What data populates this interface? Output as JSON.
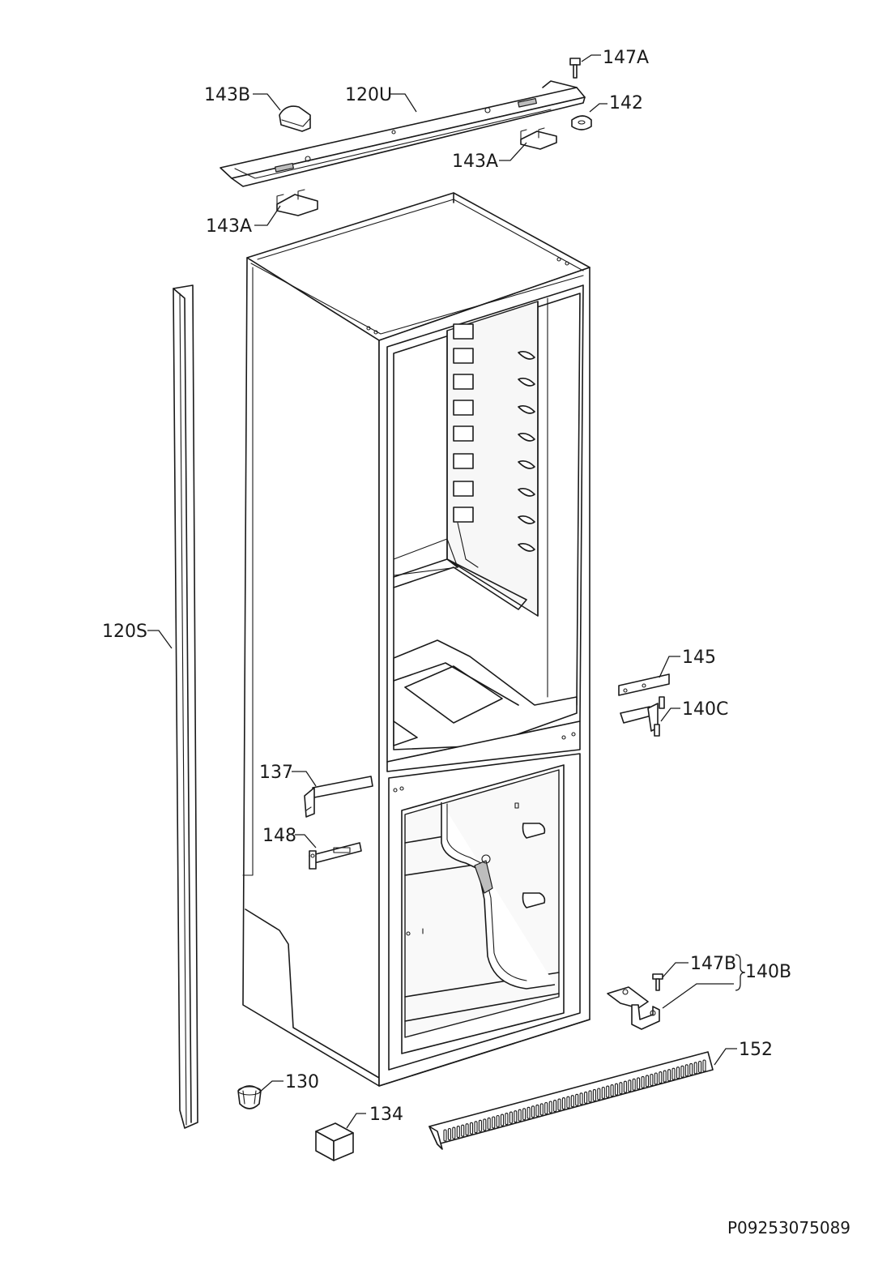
{
  "diagram": {
    "document_code": "P09253075089",
    "labels": {
      "p147A": "147A",
      "p143B": "143B",
      "p120U": "120U",
      "p142": "142",
      "p143A_top": "143A",
      "p143A_left": "143A",
      "p120S": "120S",
      "p145": "145",
      "p140C": "140C",
      "p137": "137",
      "p148": "148",
      "p147B": "147B",
      "p140B": "140B",
      "p152": "152",
      "p130": "130",
      "p134": "134"
    }
  }
}
